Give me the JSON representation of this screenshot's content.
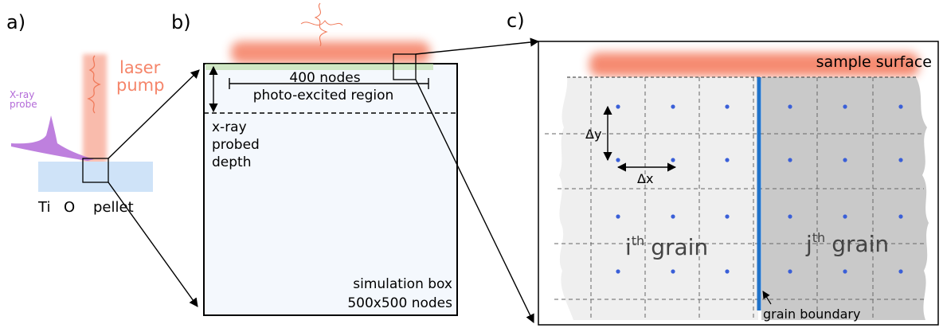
{
  "panels": {
    "a": {
      "label": "a)",
      "laser_text_1": "laser",
      "laser_text_2": "pump",
      "xray_text_1": "X-ray",
      "xray_text_2": "probe",
      "pellet_ti": "Ti",
      "pellet_o": "O",
      "pellet_word": "pellet"
    },
    "b": {
      "label": "b)",
      "nodes_text": "400 nodes",
      "region_text": "photo-excited region",
      "probe_1": "x-ray",
      "probe_2": "probed",
      "probe_3": "depth",
      "box_1": "simulation box",
      "box_2": "500x500 nodes"
    },
    "c": {
      "label": "c)",
      "surface_text": "sample surface",
      "dy": "Δy",
      "dx": "Δx",
      "grain_i_base": "i",
      "grain_i_sup": "th",
      "grain_i_word": "grain",
      "grain_j_base": "j",
      "grain_j_sup": "th",
      "grain_j_word": "grain",
      "boundary_text": "grain boundary"
    }
  },
  "colors": {
    "laser": "#f5856a",
    "xray": "#b36ad8",
    "pellet": "#cfe3f8",
    "sim_bg": "#f4f8fd",
    "grain_i": "#efefef",
    "grain_j": "#c9c9c9",
    "boundary": "#1f72c9",
    "node": "#3a5fd8"
  }
}
